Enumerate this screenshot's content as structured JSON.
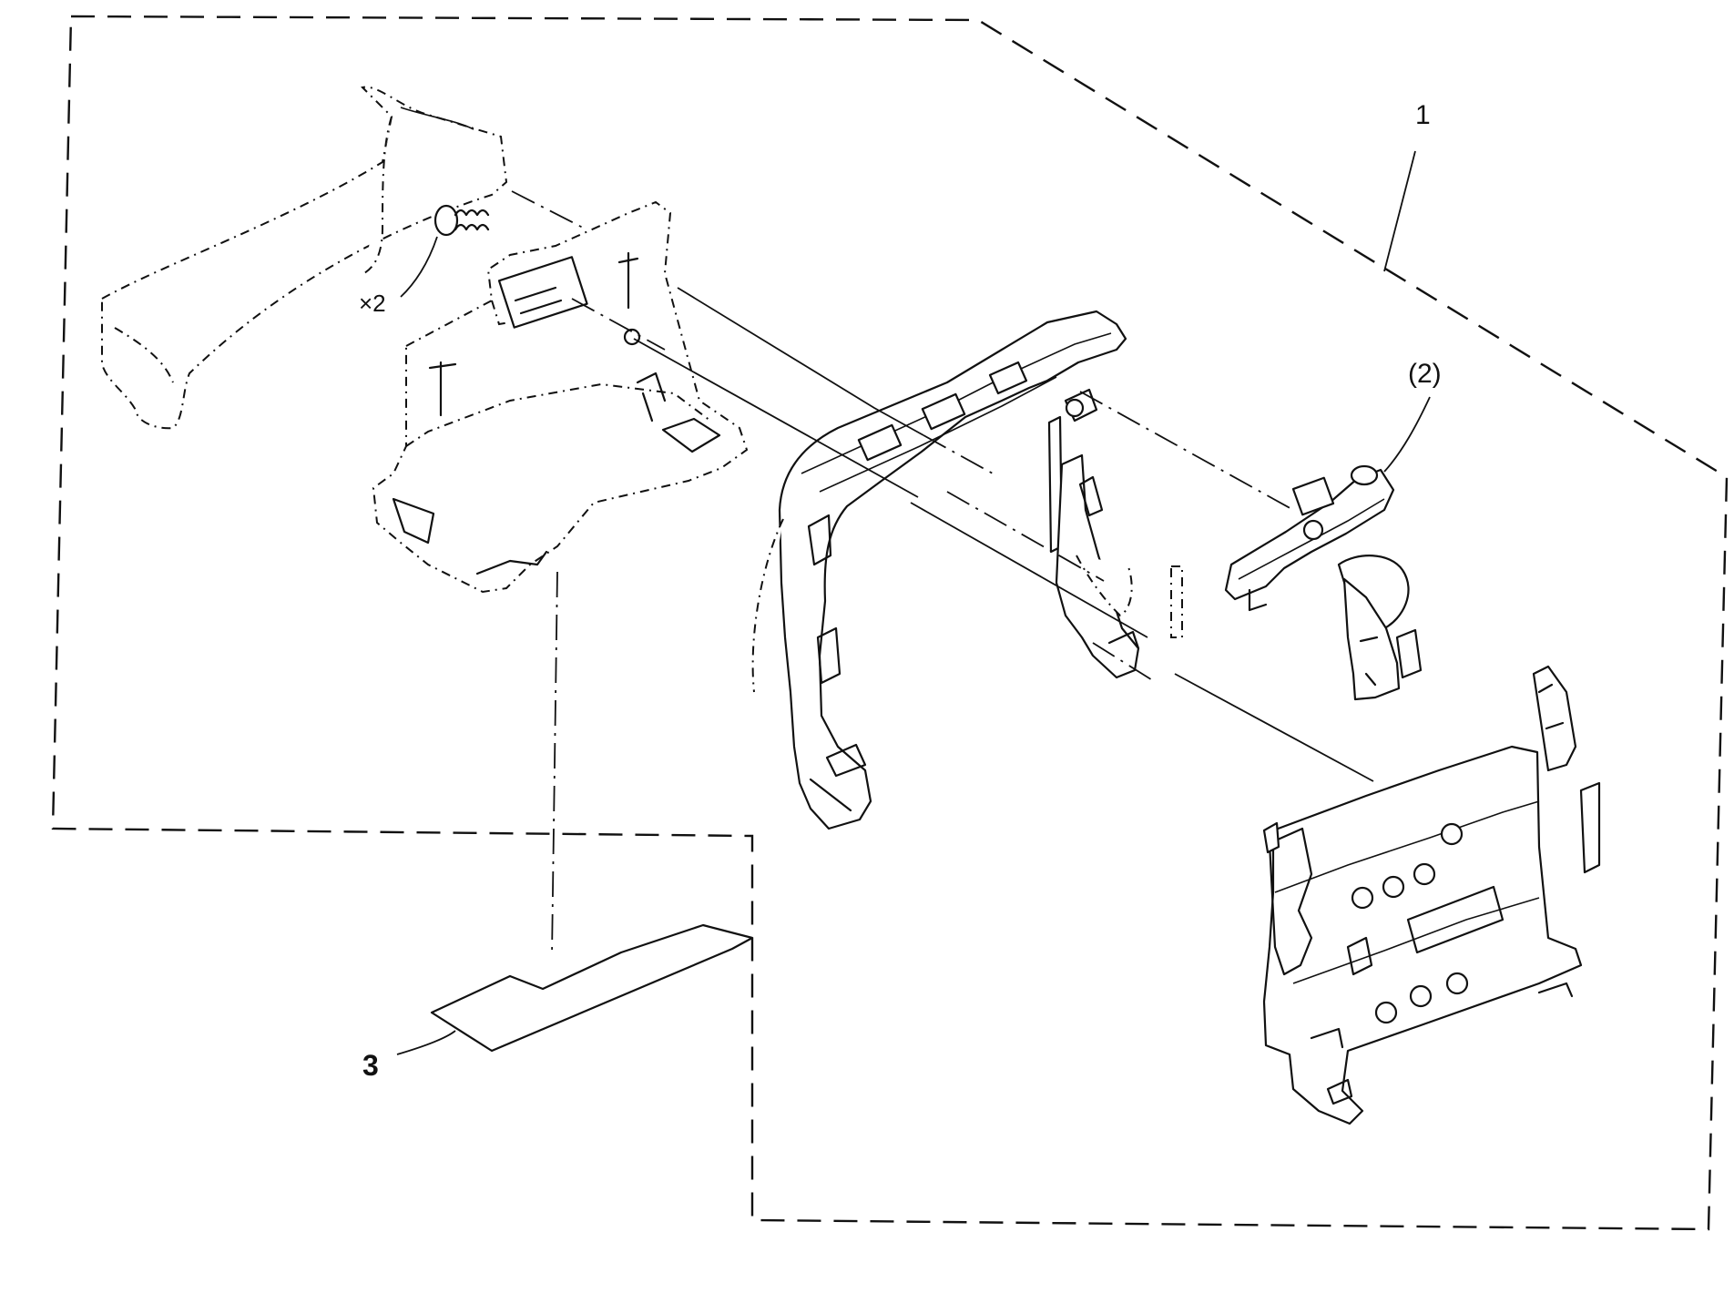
{
  "callouts": {
    "assembly": "1",
    "subpart": "(2)",
    "sheet": "3",
    "screw_qty": "×2"
  }
}
